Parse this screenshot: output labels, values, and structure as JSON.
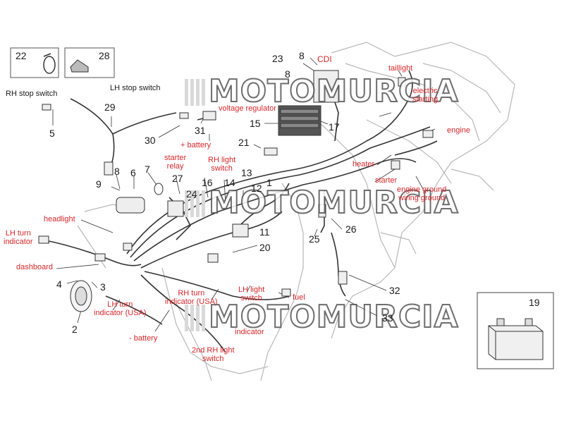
{
  "watermark": "MOTOMURCIA",
  "labels": {
    "rh_stop_switch": "RH stop switch",
    "lh_stop_switch": "LH stop switch",
    "cdi": "CDI",
    "voltage_regulator": "voltage regulator",
    "taillight": "taillight",
    "electric_starting": "electric\nstarting",
    "engine": "engine",
    "heater": "heater",
    "starter": "starter",
    "engine_ground": "engine ground\nwiring ground",
    "plus_battery": "+ battery",
    "starter_relay": "starter\nrelay",
    "rh_light_switch": "RH light\nswitch",
    "headlight": "headlight",
    "lh_turn_indicator": "LH turn\nindicator",
    "dashboard": "dashboard",
    "lh_turn_usa": "LH turn\nindicator (USA)",
    "rh_turn": "RH turn\nindicator (USA)",
    "lh_light_switch": "LH light\nswitch",
    "fuel": "fuel",
    "indicator": "indicator",
    "minus_battery": "- battery",
    "second_rh_light": "2nd RH light\nswitch"
  },
  "numbers": [
    "22",
    "28",
    "29",
    "5",
    "30",
    "31",
    "23",
    "8",
    "8",
    "15",
    "17",
    "21",
    "9",
    "8",
    "6",
    "7",
    "27",
    "24",
    "16",
    "14",
    "13",
    "12",
    "1",
    "11",
    "20",
    "25",
    "26",
    "4",
    "3",
    "2",
    "32",
    "33",
    "19"
  ],
  "icons": [
    "clamp-icon",
    "clip-icon",
    "battery-icon"
  ]
}
